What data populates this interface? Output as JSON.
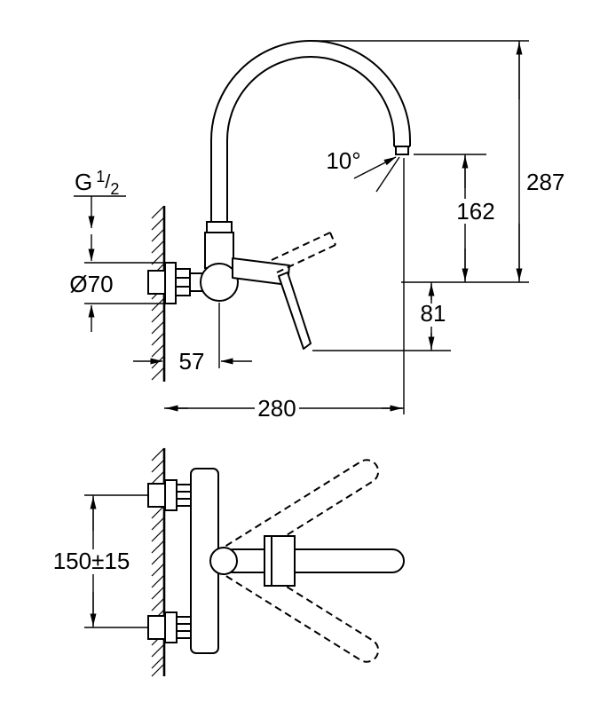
{
  "colors": {
    "line": "#000000",
    "background": "#ffffff"
  },
  "side_view": {
    "thread": {
      "g": "G",
      "numerator": "1",
      "slash": "/",
      "denominator": "2"
    },
    "labels": {
      "escutcheon_diameter": "Ø70",
      "spray_angle": "10°",
      "outlet_height": "162",
      "total_height": "287",
      "lever_drop": "81",
      "wall_to_axis": "57",
      "spout_reach": "280"
    }
  },
  "plan_view": {
    "labels": {
      "inlet_spacing": "150±15"
    }
  }
}
